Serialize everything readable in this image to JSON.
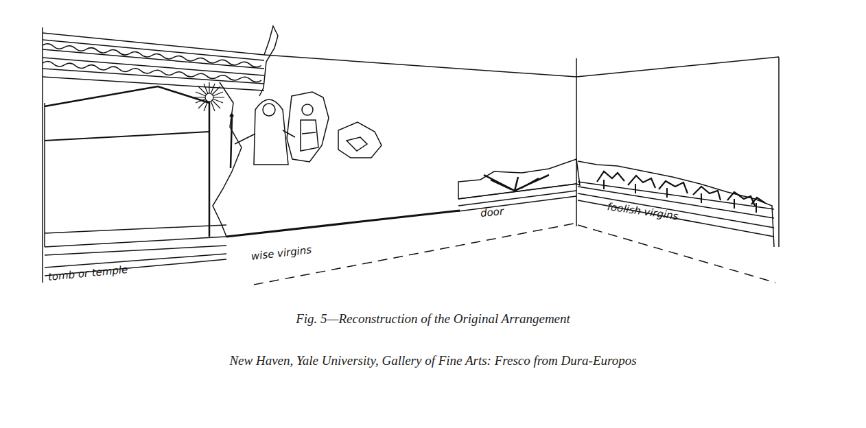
{
  "diagram": {
    "caption": "Fig. 5—Reconstruction of the Original Arrangement",
    "labels": [
      "tomb or temple",
      "wise virgins",
      "door",
      "foolish virgins",
      "New Haven, Yale University, Gallery of Fine Arts: Fresco from Dura-Europos"
    ]
  }
}
